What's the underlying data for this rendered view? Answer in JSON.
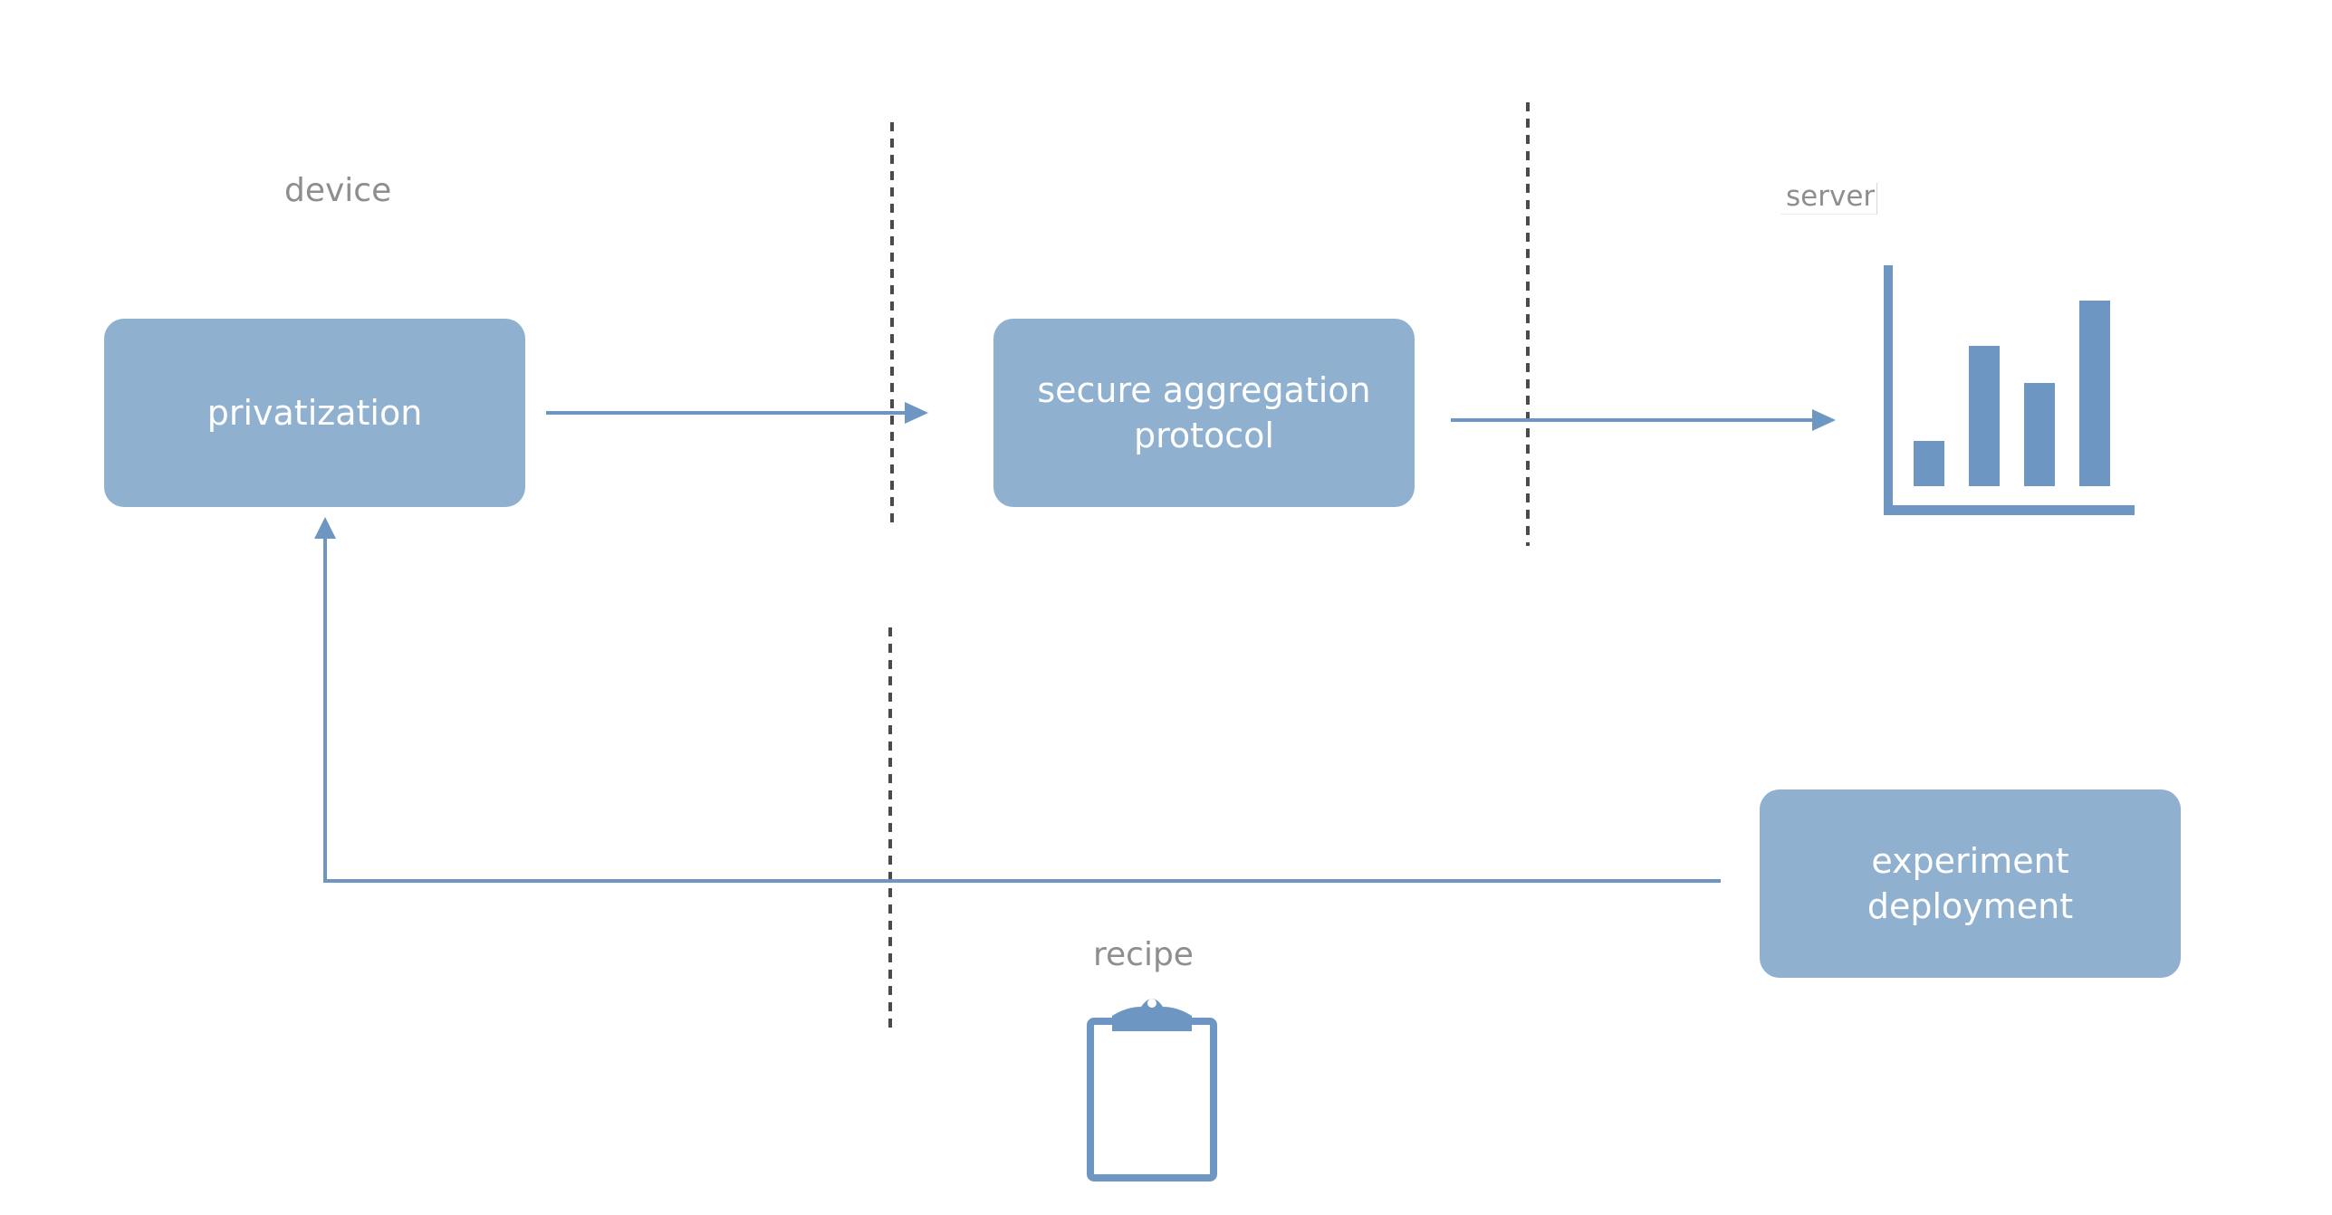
{
  "labels": {
    "device": "device",
    "server": "server",
    "recipe": "recipe"
  },
  "boxes": {
    "privatization": {
      "line1": "privatization"
    },
    "secure_aggregation": {
      "line1": "secure aggregation",
      "line2": "protocol"
    },
    "experiment_deployment": {
      "line1": "experiment",
      "line2": "deployment"
    }
  },
  "icons": {
    "bar_chart": "bar-chart-icon",
    "clipboard": "clipboard-icon"
  },
  "colors": {
    "box_fill": "#8fb0cf",
    "accent": "#6d97c2",
    "divider": "#4a4a4a",
    "label": "#8e8e8e"
  }
}
